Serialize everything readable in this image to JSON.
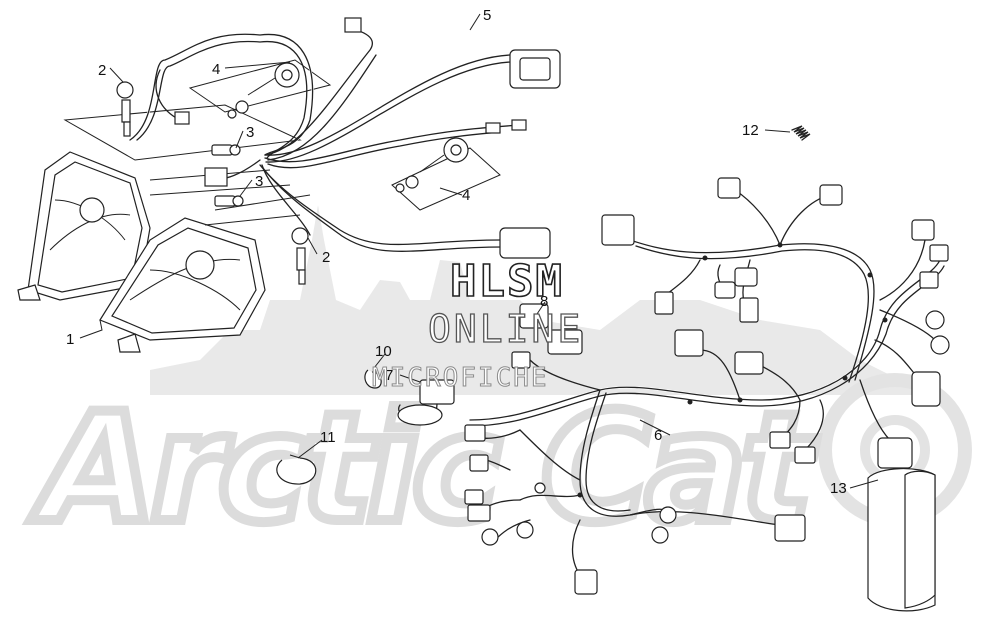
{
  "watermark": {
    "line1": "HLSM",
    "line2": "ONLINE",
    "line3": "MICROFICHE",
    "background_logo": "Arctic Cat"
  },
  "callouts": [
    "1",
    "2",
    "2",
    "3",
    "3",
    "4",
    "4",
    "5",
    "6",
    "7",
    "8",
    "10",
    "11",
    "12",
    "13"
  ],
  "colors": {
    "ink": "#222222",
    "background": "#ffffff",
    "watermark_gray": "#e9e9e9"
  }
}
